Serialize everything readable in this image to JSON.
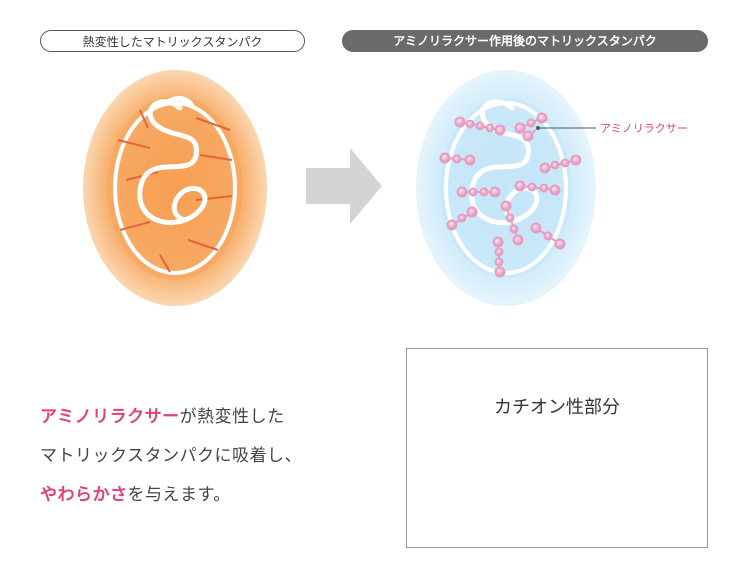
{
  "labels": {
    "before": "熱変性したマトリックスタンパク",
    "after": "アミノリラクサー作用後のマトリックスタンパク",
    "amino_callout": "アミノリラクサー"
  },
  "caption": {
    "line1_highlight": "アミノリラクサー",
    "line1_rest": "が熱変性した",
    "line2": "マトリックスタンパクに吸着し、",
    "line3_highlight": "やわらかさ",
    "line3_rest": "を与えます。"
  },
  "inset": {
    "title": "カチオン性部分"
  },
  "colors": {
    "pink_text": "#e0407c",
    "orange_cell": "#f6a35a",
    "blue_cell": "#cfeaf9",
    "bead": "#f0b8d2",
    "arrow": "#cfcfcf"
  }
}
